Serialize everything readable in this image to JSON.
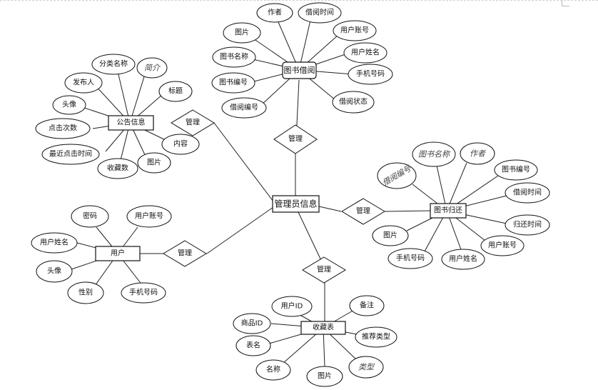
{
  "center": "管理员信息",
  "entities": {
    "borrow": {
      "name": "图书借阅",
      "rel": "管理",
      "attrs": [
        "作者",
        "借阅时间",
        "图片",
        "用户账号",
        "图书名称",
        "用户姓名",
        "图书编号",
        "手机号码",
        "借阅编号",
        "借阅状态"
      ]
    },
    "notice": {
      "name": "公告信息",
      "rel": "管理",
      "attrs": [
        "分类名称",
        "简介",
        "发布人",
        "标题",
        "头像",
        "点击次数",
        "最近点击时间",
        "内容",
        "收藏数",
        "图片"
      ]
    },
    "giveback": {
      "name": "图书归还",
      "rel": "管理",
      "attrs": [
        "图书名称",
        "作者",
        "借阅编号",
        "图书编号",
        "借阅时间",
        "归还时间",
        "图片",
        "用户账号",
        "手机号码",
        "用户姓名"
      ]
    },
    "user": {
      "name": "用户",
      "rel": "管理",
      "attrs": [
        "密码",
        "用户账号",
        "用户姓名",
        "头像",
        "性别",
        "手机号码"
      ]
    },
    "collect": {
      "name": "收藏表",
      "rel": "管理",
      "attrs": [
        "用户ID",
        "备注",
        "商品ID",
        "推荐类型",
        "表名",
        "名称",
        "图片",
        "类型"
      ]
    }
  }
}
